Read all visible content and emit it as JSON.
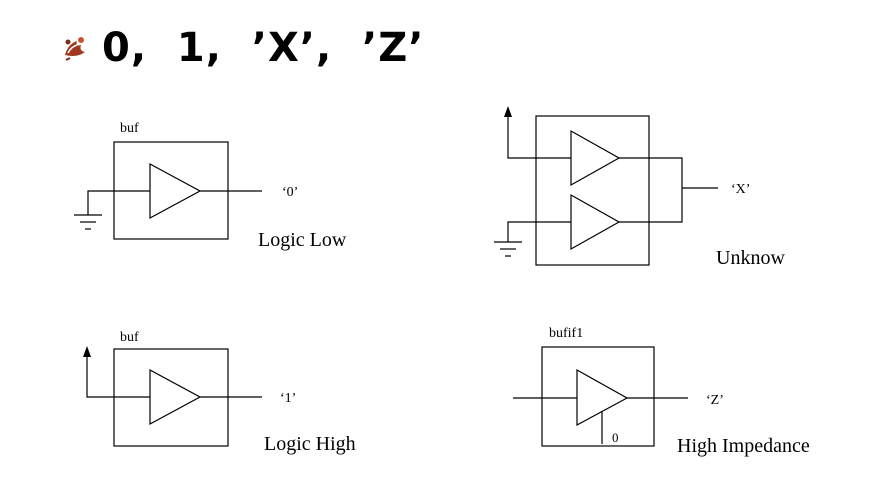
{
  "slide": {
    "title": "0,  1,  ’X’,  ’Z’",
    "bullet_icon": "leaf-cluster-bullet-icon"
  },
  "diagrams": {
    "logic_low": {
      "gate_label": "buf",
      "output_label": "‘0’",
      "caption": "Logic Low"
    },
    "unknown": {
      "output_label": "‘X’",
      "caption": "Unknow"
    },
    "logic_high": {
      "gate_label": "buf",
      "output_label": "‘1’",
      "caption": "Logic High"
    },
    "high_impedance": {
      "gate_label": "bufif1",
      "control_value": "0",
      "output_label": "‘Z’",
      "caption": "High Impedance"
    }
  },
  "colors": {
    "line": "#000000",
    "bullet": "#a0371f"
  }
}
